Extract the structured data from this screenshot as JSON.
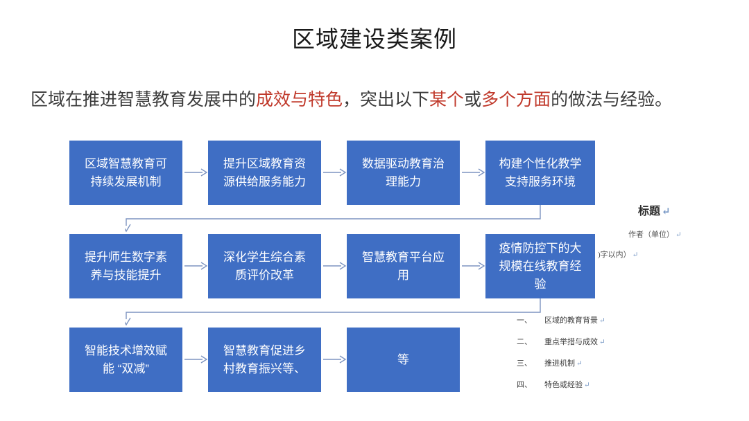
{
  "slide": {
    "title": "区域建设类案例",
    "subtitle": {
      "part1": "区域在推进智慧教育发展中的",
      "hl1": "成效与特色",
      "part2": "，突出以下",
      "hl2": "某个",
      "part3": "或",
      "hl3": "多个方面",
      "part4": "的做法与经验。"
    }
  },
  "flow": {
    "box_color": "#3f6ec4",
    "arrow_color": "#7d94c0",
    "rows": [
      {
        "boxes": [
          {
            "line1": "区域智慧教育可",
            "line2": "持续发展机制"
          },
          {
            "line1": "提升区域教育资",
            "line2": "源供给服务能力"
          },
          {
            "line1": "数据驱动教育治",
            "line2": "理能力"
          },
          {
            "line1": "构建个性化教学",
            "line2": "支持服务环境"
          }
        ]
      },
      {
        "boxes": [
          {
            "line1": "提升师生数字素",
            "line2": "养与技能提升"
          },
          {
            "line1": "深化学生综合素",
            "line2": "质评价改革"
          },
          {
            "line1": "智慧教育平台应",
            "line2": "用"
          },
          {
            "line1": "疫情防控下的大",
            "line2": "规模在线教育经",
            "line3": "验"
          }
        ]
      },
      {
        "boxes": [
          {
            "line1": "智能技术增效赋",
            "line2": "能 “双减”"
          },
          {
            "line1": "智慧教育促进乡",
            "line2": "村教育振兴等、"
          },
          {
            "line1": "等"
          }
        ]
      }
    ]
  },
  "template_panel": {
    "heading": "标题",
    "author": "作者（单位）",
    "limit": ")字以内）",
    "pilcrow": "↵",
    "list": [
      {
        "num": "一、",
        "text": "区域的教育背景"
      },
      {
        "num": "二、",
        "text": "重点举措与成效"
      },
      {
        "num": "三、",
        "text": "推进机制"
      },
      {
        "num": "四、",
        "text": "特色或经验"
      }
    ]
  }
}
